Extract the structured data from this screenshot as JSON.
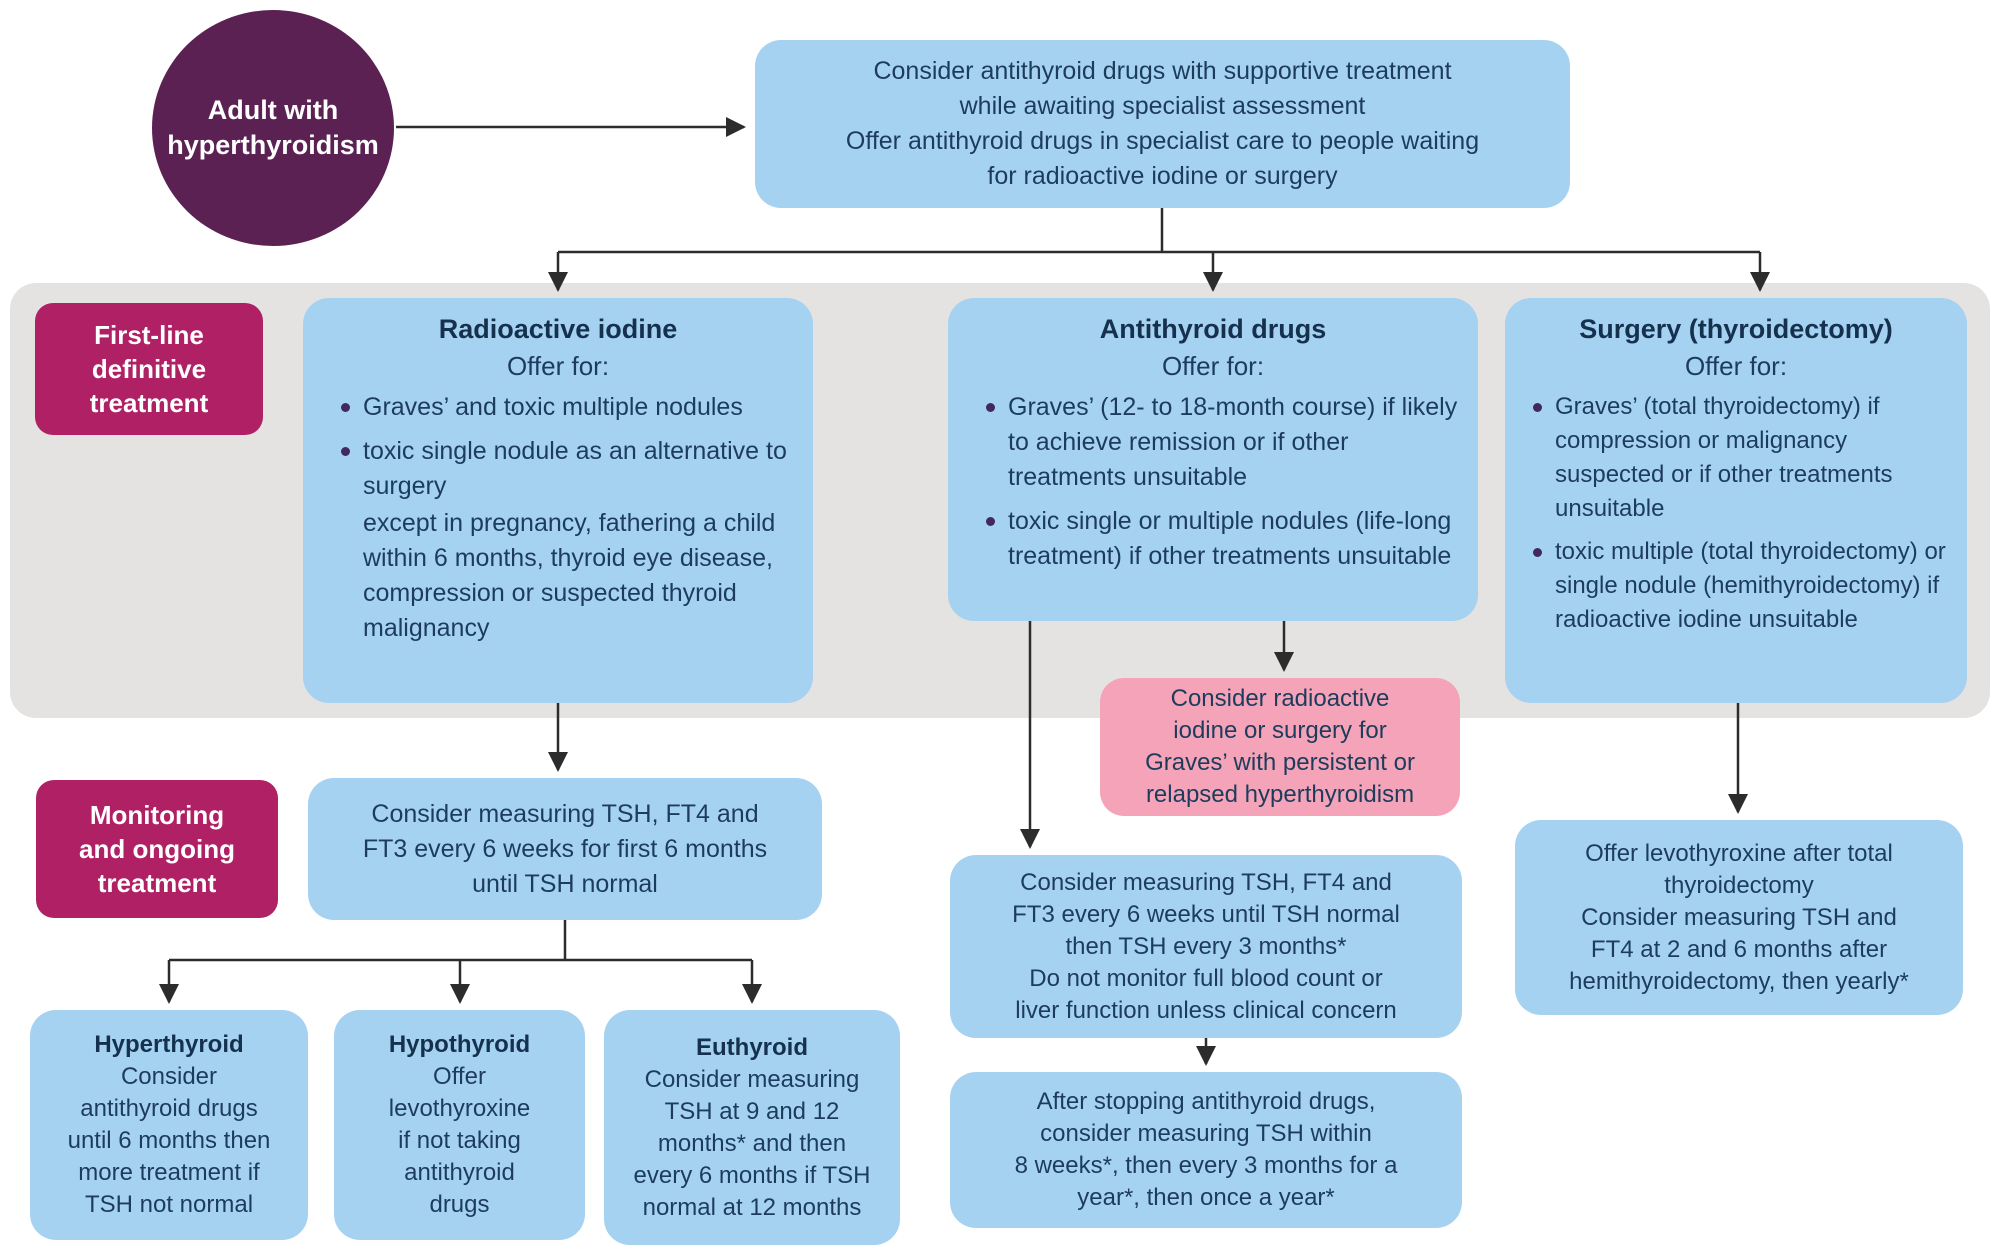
{
  "palette": {
    "bg": "#ffffff",
    "band": "#e4e3e2",
    "node-blue": "#a6d2f2",
    "node-pink": "#f5a3b8",
    "label-magenta": "#b02064",
    "start-purple": "#5b2153",
    "text-navy": "#1d3c5c",
    "title-navy": "#15314e",
    "bullet-purple": "#41285e",
    "arrow": "#2c2c2c"
  },
  "start": {
    "lines": [
      "Adult with",
      "hyperthyroidism"
    ]
  },
  "top_box": {
    "lines": [
      "Consider antithyroid drugs with supportive treatment",
      "while awaiting specialist assessment",
      "Offer antithyroid drugs in specialist care to people waiting",
      "for radioactive iodine or surgery"
    ]
  },
  "labels": {
    "first_line": {
      "lines": [
        "First-line",
        "definitive",
        "treatment"
      ]
    },
    "monitoring": {
      "lines": [
        "Monitoring",
        "and ongoing",
        "treatment"
      ]
    }
  },
  "first_line": {
    "radioactive_iodine": {
      "title": "Radioactive iodine",
      "offer": "Offer for:",
      "bullets": [
        "Graves’ and toxic multiple nodules",
        "toxic single nodule as an alternative to surgery"
      ],
      "note": "except in pregnancy, fathering a child within 6 months, thyroid eye disease, compression or suspected thyroid malignancy"
    },
    "antithyroid_drugs": {
      "title": "Antithyroid drugs",
      "offer": "Offer for:",
      "bullets": [
        "Graves’ (12- to 18-month course) if likely to achieve remission or if other treatments unsuitable",
        "toxic single or multiple nodules (life-long treatment) if other treatments unsuitable"
      ]
    },
    "surgery": {
      "title": "Surgery (thyroidectomy)",
      "offer": "Offer for:",
      "bullets": [
        "Graves’ (total thyroidectomy) if compression or malignancy suspected or if other treatments unsuitable",
        "toxic multiple (total thyroidectomy) or single nodule (hemithyroidectomy) if radioactive iodine unsuitable"
      ]
    }
  },
  "relapse": {
    "lines": [
      "Consider radioactive",
      "iodine or surgery for",
      "Graves’ with persistent or",
      "relapsed hyperthyroidism"
    ]
  },
  "monitoring": {
    "after_rai": {
      "lines": [
        "Consider measuring TSH, FT4 and",
        "FT3 every 6 weeks for first 6 months",
        "until TSH normal"
      ]
    },
    "outcomes": {
      "hyperthyroid": {
        "title": "Hyperthyroid",
        "lines": [
          "Consider",
          "antithyroid drugs",
          "until 6 months then",
          "more treatment if",
          "TSH not normal"
        ]
      },
      "hypothyroid": {
        "title": "Hypothyroid",
        "lines": [
          "Offer",
          "levothyroxine",
          "if not taking",
          "antithyroid",
          "drugs"
        ]
      },
      "euthyroid": {
        "title": "Euthyroid",
        "lines": [
          "Consider measuring",
          "TSH at 9 and 12",
          "months* and then",
          "every 6 months if TSH",
          "normal at 12 months"
        ]
      }
    },
    "during_atd": {
      "lines": [
        "Consider measuring TSH, FT4 and",
        "FT3 every 6 weeks until TSH normal",
        "then TSH every 3 months*",
        "Do not monitor full blood count or",
        "liver function unless clinical concern"
      ]
    },
    "after_atd_stop": {
      "lines": [
        "After stopping antithyroid drugs,",
        "consider measuring TSH within",
        "8 weeks*, then every 3 months for a",
        "year*, then once a year*"
      ]
    },
    "after_surgery": {
      "lines": [
        "Offer levothyroxine after total",
        "thyroidectomy",
        "Consider measuring TSH and",
        "FT4 at 2 and 6 months after",
        "hemithyroidectomy, then yearly*"
      ]
    }
  }
}
